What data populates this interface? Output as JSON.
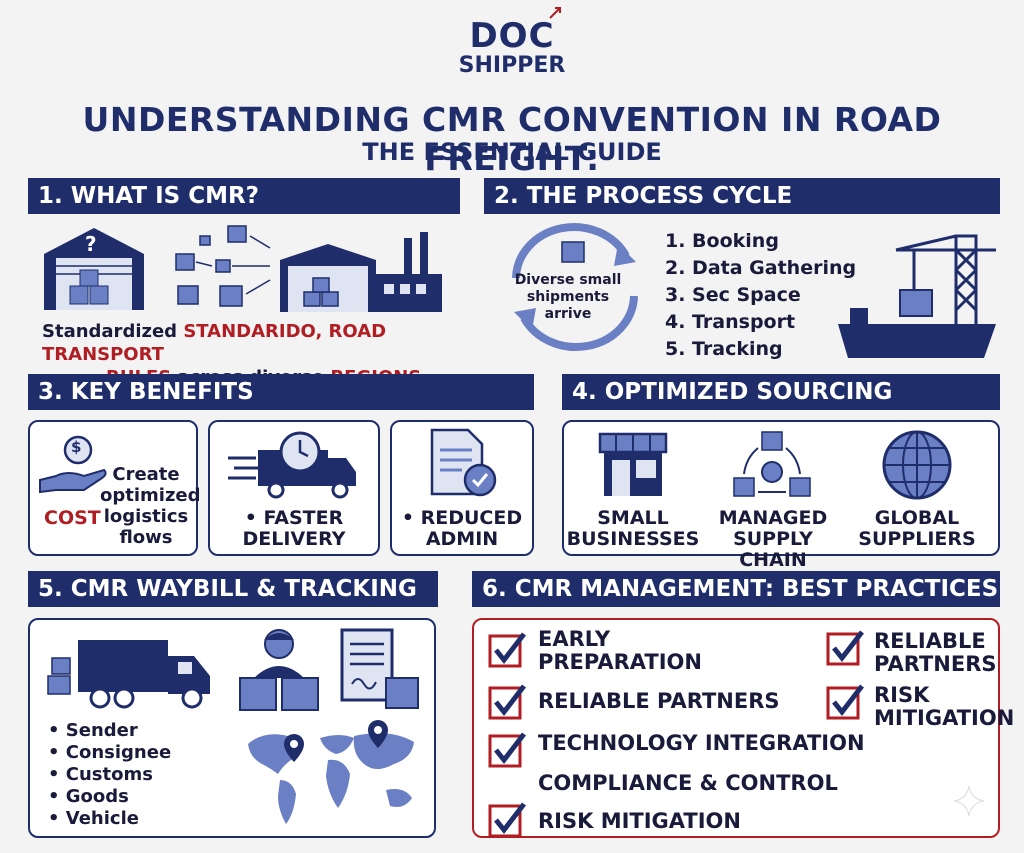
{
  "logo": {
    "line1": "DOC",
    "line2": "SHIPPER"
  },
  "title": {
    "line1": "UNDERSTANDING CMR CONVENTION IN ROAD FREIGHT:",
    "line2": "THE ESSENTIAL GUIDE"
  },
  "section1": {
    "heading": "1. WHAT IS CMR?",
    "text_a": "Standardized ",
    "text_b": "STANDARIDO, ROAD TRANSPORT",
    "text_c": "RULES",
    "text_d": " across diverse ",
    "text_e": "REGIONS",
    "box_question": "?"
  },
  "section2": {
    "heading": "2. THE PROCESS CYCLE",
    "cycle_text": [
      "Diverse small",
      "shipments",
      "arrive"
    ],
    "steps": [
      "1. Booking",
      "2. Data Gathering",
      "3. Sec Space",
      "4. Transport",
      "5. Tracking"
    ]
  },
  "section3": {
    "heading": "3. KEY BENEFITS",
    "card1": {
      "lines": [
        "Create",
        "optimized",
        "logistics",
        "flows"
      ],
      "cost": "COST",
      "coin": "$"
    },
    "card2": {
      "lines": [
        "• FASTER",
        "DELIVERY"
      ]
    },
    "card3": {
      "lines": [
        "• REDUCED",
        "ADMIN"
      ]
    }
  },
  "section4": {
    "heading": "4. OPTIMIZED SOURCING",
    "items": [
      {
        "line1": "SMALL",
        "line2": "BUSINESSES"
      },
      {
        "line1": "MANAGED",
        "line2": "SUPPLY CHAIN"
      },
      {
        "line1": "GLOBAL",
        "line2": "SUPPLIERS"
      }
    ]
  },
  "section5": {
    "heading": "5. CMR WAYBILL & TRACKING",
    "bullets": [
      "• Sender",
      "• Consignee",
      "• Customs",
      "• Goods",
      "• Vehicle"
    ]
  },
  "section6": {
    "heading": "6. CMR MANAGEMENT: BEST PRACTICES",
    "items": {
      "early": [
        "EARLY",
        "PREPARATION"
      ],
      "reliable": "RELIABLE PARTNERS",
      "tech": "TECHNOLOGY INTEGRATION",
      "compliance": "COMPLIANCE & CONTROL",
      "risk": "RISK MITIGATION",
      "reliable2": [
        "RELIABLE",
        "PARTNERS"
      ],
      "risk2": [
        "RISK",
        "MITIGATION"
      ]
    }
  },
  "colors": {
    "navy": "#1f2d6b",
    "red": "#b01e23",
    "light_blue": "#6b7fc4"
  }
}
